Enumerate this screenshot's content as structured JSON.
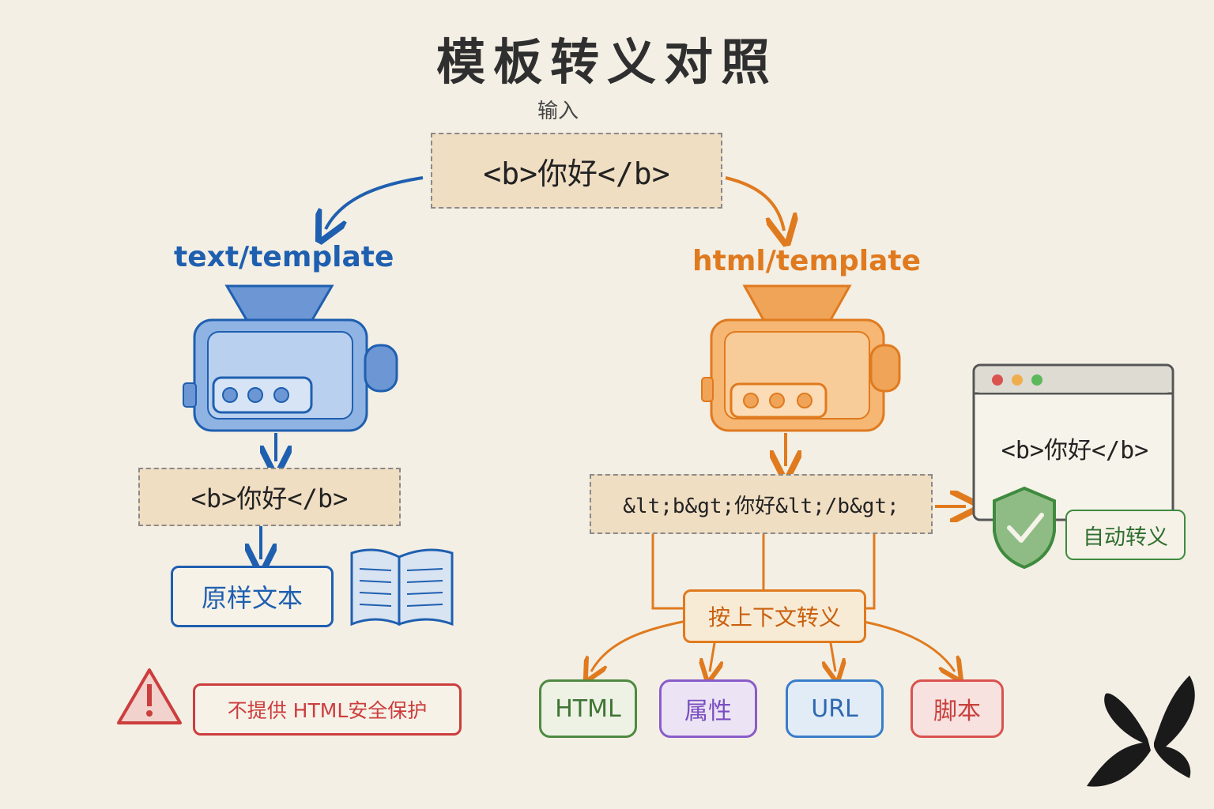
{
  "title": "模板转义对照",
  "input": {
    "label": "输入",
    "value": "<b>你好</b>"
  },
  "text_template": {
    "title": "text/template",
    "output": "<b>你好</b>",
    "result_label": "原样文本",
    "warning": "不提供 HTML安全保护",
    "icons": [
      "funnel-machine-icon",
      "open-book-icon",
      "warning-triangle-icon"
    ]
  },
  "html_template": {
    "title": "html/template",
    "output": "&lt;b&gt;你好&lt;/b&gt;",
    "browser_display": "<b>你好</b>",
    "auto_escape_label": "自动转义",
    "context_escape_label": "按上下文转义",
    "contexts": [
      "HTML",
      "属性",
      "URL",
      "脚本"
    ],
    "icons": [
      "funnel-machine-icon",
      "browser-window-icon",
      "shield-check-icon"
    ]
  },
  "colors": {
    "text_lane": "#1f5fb0",
    "html_lane": "#e07a1f",
    "warning": "#cc3d3d",
    "safe": "#3f8a3f",
    "background": "#f3efe4"
  }
}
